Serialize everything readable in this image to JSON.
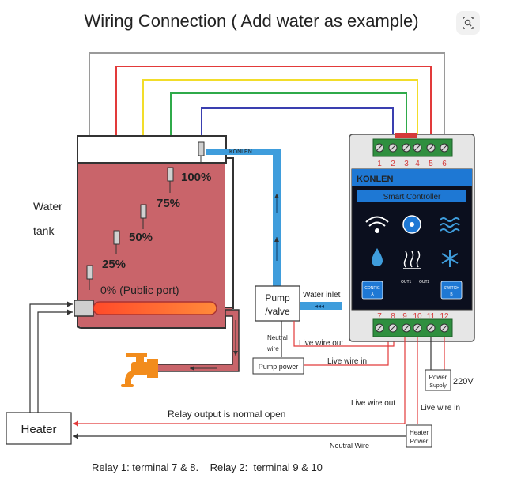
{
  "title": "Wiring Connection ( Add water as example)",
  "tank": {
    "label_line1": "Water",
    "label_line2": "tank",
    "levels": [
      "100%",
      "75%",
      "50%",
      "25%",
      "0% (Public port)"
    ]
  },
  "pipe_brand": "KONLEN",
  "pump": {
    "line1": "Pump",
    "line2": "/valve"
  },
  "water_inlet": "Water inlet",
  "neutral_wire_short": {
    "line1": "Neutral",
    "line2": "wire"
  },
  "live_wire_out_top": "Live wire out",
  "live_wire_in_top": "Live wire in",
  "pump_power": "Pump power",
  "controller": {
    "brand": "KONLEN",
    "subtitle": "Smart Controller",
    "top_terminals": [
      "1",
      "2",
      "3",
      "4",
      "5",
      "6"
    ],
    "bottom_terminals": [
      "7",
      "8",
      "9",
      "10",
      "11",
      "12"
    ],
    "out1": "OUT1",
    "out2": "OUT2",
    "btn_config_line1": "CONFIG",
    "btn_config_line2": "A",
    "btn_switch_line1": "SWITCH",
    "btn_switch_line2": "B",
    "icons": [
      "wifi-icon",
      "fan-icon",
      "wave-icon",
      "drop-icon",
      "heat-icon",
      "snowflake-icon"
    ]
  },
  "power_supply": {
    "line1": "Power",
    "line2": "Supply",
    "voltage": "220V"
  },
  "live_wire_out_bottom": "Live wire out",
  "live_wire_in_bottom": "Live wire in",
  "heater": "Heater",
  "relay_note": "Relay output is normal open",
  "heater_power": {
    "line1": "Heater",
    "line2": "Power"
  },
  "neutral_wire": "Neutral Wire",
  "relay_caption": "Relay 1: terminal 7 & 8.    Relay 2:  terminal 9 & 10",
  "colors": {
    "tank_water": "#c9646a",
    "pipe_blue": "#3f9ddc",
    "wire_red": "#e23a3a",
    "wire_yellow": "#f2dd2a",
    "wire_green": "#2faa4a",
    "wire_blue": "#3a3fb0",
    "wire_gray": "#9a9a9a",
    "screen_blue": "#1e78d4",
    "terminal_green": "#2f8f3f"
  }
}
